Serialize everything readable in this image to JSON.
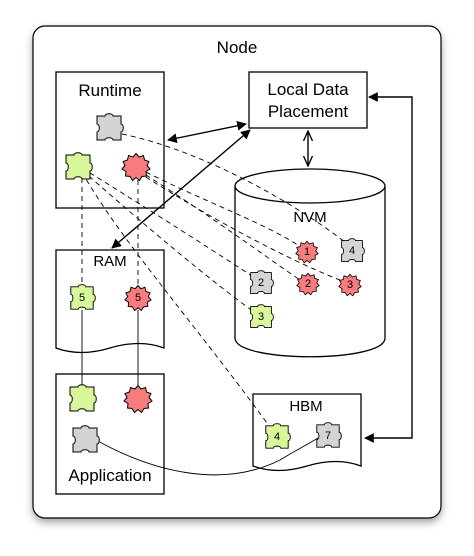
{
  "diagram": {
    "node_label": "Node",
    "runtime_label": "Runtime",
    "local_data_placement_label_line1": "Local Data",
    "local_data_placement_label_line2": "Placement",
    "nvm_label": "NVM",
    "ram_label": "RAM",
    "hbm_label": "HBM",
    "application_label": "Application"
  },
  "pieces": {
    "ram_green": "5",
    "ram_red": "5",
    "nvm_red_1": "1",
    "nvm_gray_4": "4",
    "nvm_gray_2": "2",
    "nvm_red_2": "2",
    "nvm_red_3": "3",
    "nvm_green_3": "3",
    "hbm_green_4": "4",
    "hbm_gray_7": "7"
  },
  "colors": {
    "green": "#d8f79a",
    "red": "#f87b7d",
    "gray": "#d4d4d4",
    "outline": "#000000"
  },
  "icons": {
    "puzzle": "puzzle-piece-icon",
    "gear": "gear-piece-icon"
  }
}
